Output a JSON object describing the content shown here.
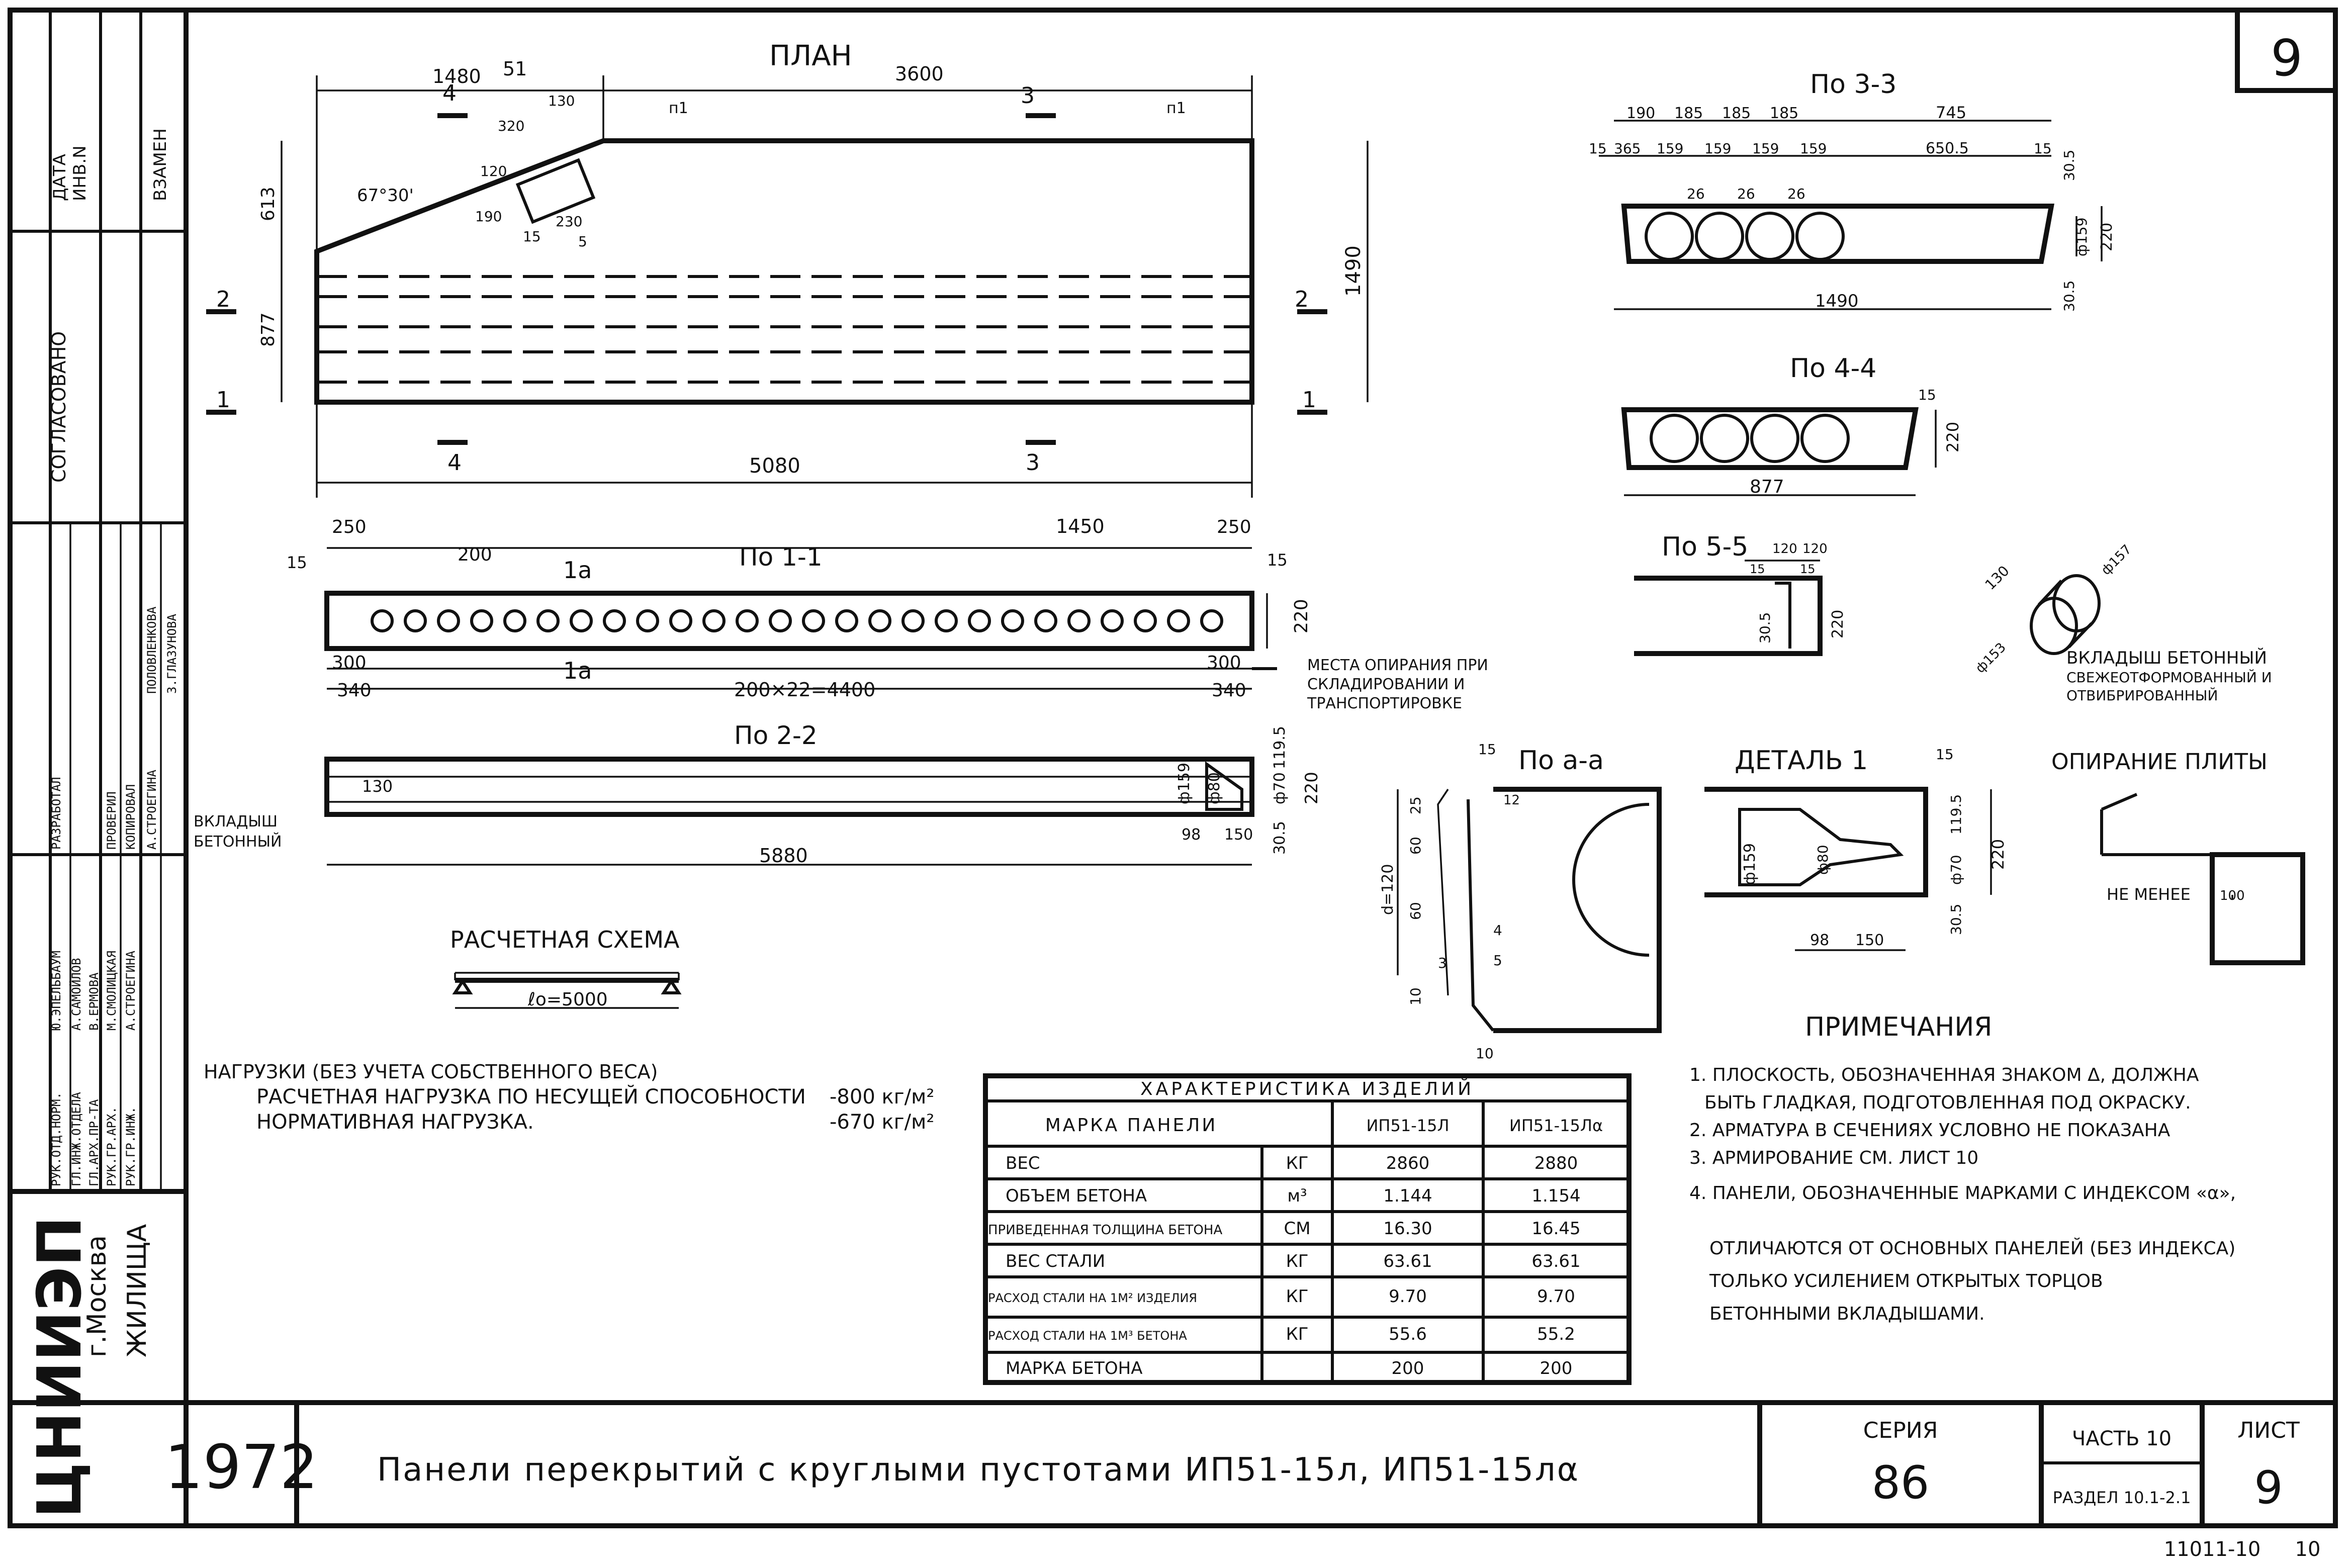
{
  "sheet_number": "9",
  "title_block": {
    "year": "1972",
    "title": "Панели перекрытий с круглыми пустотами ИП51-15л, ИП51-15лα",
    "series_label": "СЕРИЯ",
    "series_value": "86",
    "part": "ЧАСТЬ 10",
    "section": "РАЗДЕЛ 10.1-2.1",
    "sheet_label": "ЛИСТ",
    "sheet_value": "9",
    "org_logo": "ЦНИИЭП",
    "org_city": "г.Москва",
    "org_name": "ЖИЛИЩА",
    "footer_code": "11011-10",
    "footer_page": "10"
  },
  "side_stamp": {
    "columns": [
      "ДАТА",
      "ИНВ.N",
      "ВЗАМЕН"
    ],
    "agreed": "СОГЛАСОВАНО",
    "roles": [
      {
        "role": "РУК.ОТД.НОРМ.",
        "name": "Ю.ЭПЕЛЬБАУМ"
      },
      {
        "role": "ГЛ.ИНЖ.ОТДЕЛА",
        "name": "А.САМОЙЛОВ"
      },
      {
        "role": "ГЛ.АРХ.ПР-ТА",
        "name": "В.ЕРМОВА"
      },
      {
        "role": "РУК.ГР.АРХ.",
        "name": "М.СМОЛИЦКАЯ"
      },
      {
        "role": "РУК.ГР.ИНЖ.",
        "name": "А.СТРОЕГИНА"
      },
      {
        "role": "РАЗРАБОТАЛ",
        "name": "А.СТРОЕГИНА"
      },
      {
        "role": "ПРОВЕРИЛ",
        "name": "ПОЛОВЛЕНКОВА"
      },
      {
        "role": "КОПИРОВАЛ",
        "name": "З.ГЛАЗУНОВА"
      }
    ]
  },
  "views": {
    "plan": {
      "title": "ПЛАН",
      "dims": [
        "1480",
        "51",
        "3600",
        "613",
        "877",
        "1490",
        "5080",
        "320",
        "130",
        "120",
        "190",
        "230",
        "15",
        "5",
        "67°30'",
        "п1"
      ],
      "cuts": [
        "1",
        "2",
        "3",
        "4"
      ]
    },
    "section_1_1": {
      "title": "По 1-1",
      "dims": [
        "250",
        "200",
        "1450",
        "250",
        "15",
        "15",
        "220",
        "300",
        "340",
        "200×22=4400",
        "300",
        "340"
      ],
      "mark": "1а",
      "note": "МЕСТА ОПИРАНИЯ ПРИ СКЛАДИРОВАНИИ И ТРАНСПОРТИРОВКЕ"
    },
    "section_2_2": {
      "title": "По 2-2",
      "dims": [
        "130",
        "5880",
        "ф159",
        "ф80",
        "98",
        "150",
        "30.5",
        "ф70",
        "119.5",
        "220"
      ],
      "insert_label": "ВКЛАДЫШ БЕТОННЫЙ"
    },
    "section_3_3": {
      "title": "По 3-3",
      "dims": [
        "190",
        "185",
        "185",
        "185",
        "745",
        "15",
        "365",
        "159",
        "159",
        "159",
        "159",
        "650.5",
        "15",
        "26",
        "26",
        "26",
        "30.5",
        "ф159",
        "220",
        "30.5",
        "1490"
      ]
    },
    "section_4_4": {
      "title": "По 4-4",
      "dims": [
        "15",
        "220",
        "877"
      ]
    },
    "section_5_5": {
      "title": "По 5-5",
      "dims": [
        "120",
        "120",
        "15",
        "15",
        "30.5",
        "220"
      ]
    },
    "section_a_a": {
      "title": "По а-а",
      "dims": [
        "15",
        "25",
        "12",
        "d=120",
        "60",
        "60",
        "3",
        "4",
        "5",
        "10",
        "10"
      ]
    },
    "detail_1": {
      "title": "ДЕТАЛЬ 1",
      "dims": [
        "15",
        "ф159",
        "ф80",
        "ф70",
        "119.5",
        "30.5",
        "220",
        "98",
        "150"
      ]
    },
    "support": {
      "title": "ОПИРАНИЕ ПЛИТЫ",
      "note": "НЕ МЕНЕЕ",
      "dim": "100"
    },
    "insert": {
      "dims": [
        "130",
        "ф157",
        "ф153"
      ],
      "label": "ВКЛАДЫШ БЕТОННЫЙ",
      "note": "СВЕЖЕОТФОРМОВАННЫЙ И ОТВИБРИРОВАННЫЙ"
    },
    "calc_scheme": {
      "title": "РАСЧЕТНАЯ СХЕМА",
      "span": "ℓo=5000"
    }
  },
  "loads": {
    "heading": "НАГРУЗКИ (БЕЗ УЧЕТА СОБСТВЕННОГО ВЕСА)",
    "items": [
      {
        "label": "РАСЧЕТНАЯ НАГРУЗКА ПО НЕСУЩЕЙ СПОСОБНОСТИ",
        "value": "-800 кг/м²"
      },
      {
        "label": "НОРМАТИВНАЯ НАГРУЗКА.",
        "value": "-670 кг/м²"
      }
    ]
  },
  "spec_table": {
    "title": "ХАРАКТЕРИСТИКА ИЗДЕЛИЙ",
    "headers": [
      "МАРКА ПАНЕЛИ",
      "",
      "ИП51-15Л",
      "ИП51-15Лα"
    ],
    "rows": [
      [
        "ВЕС",
        "КГ",
        "2860",
        "2880"
      ],
      [
        "ОБЪЕМ БЕТОНА",
        "м³",
        "1.144",
        "1.154"
      ],
      [
        "ПРИВЕДЕННАЯ ТОЛЩИНА БЕТОНА",
        "СМ",
        "16.30",
        "16.45"
      ],
      [
        "ВЕС СТАЛИ",
        "КГ",
        "63.61",
        "63.61"
      ],
      [
        "РАСХОД СТАЛИ НА 1М² ИЗДЕЛИЯ",
        "КГ",
        "9.70",
        "9.70"
      ],
      [
        "РАСХОД СТАЛИ НА 1М³ БЕТОНА",
        "КГ",
        "55.6",
        "55.2"
      ],
      [
        "МАРКА БЕТОНА",
        "",
        "200",
        "200"
      ]
    ]
  },
  "notes": {
    "title": "ПРИМЕЧАНИЯ",
    "lines": [
      "1. ПЛОСКОСТЬ, ОБОЗНАЧЕННАЯ ЗНАКОМ Δ, ДОЛЖНА",
      "БЫТЬ ГЛАДКАЯ, ПОДГОТОВЛЕННАЯ ПОД ОКРАСКУ.",
      "2. АРМАТУРА В СЕЧЕНИЯХ УСЛОВНО НЕ ПОКАЗАНА",
      "3. АРМИРОВАНИЕ СМ. ЛИСТ 10",
      "4. ПАНЕЛИ, ОБОЗНАЧЕННЫЕ МАРКАМИ С ИНДЕКСОМ «α»,",
      "ОТЛИЧАЮТСЯ ОТ ОСНОВНЫХ ПАНЕЛЕЙ (БЕЗ ИНДЕКСА)",
      "ТОЛЬКО УСИЛЕНИЕМ ОТКРЫТЫХ ТОРЦОВ",
      "БЕТОННЫМИ ВКЛАДЫШАМИ."
    ]
  }
}
